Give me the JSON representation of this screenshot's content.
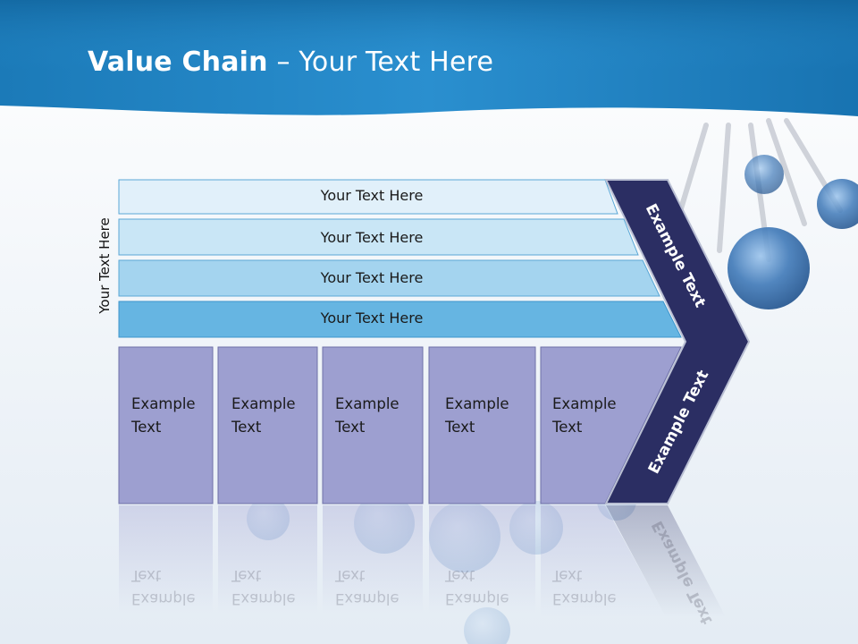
{
  "slide": {
    "title_main": "Value Chain",
    "title_rest": " – Your Text Here"
  },
  "diagram": {
    "side_label": "Your Text Here",
    "bands": [
      {
        "label": "Your Text Here",
        "color": "#e1f0fa"
      },
      {
        "label": "Your Text Here",
        "color": "#c9e6f6"
      },
      {
        "label": "Your Text Here",
        "color": "#a4d4ef"
      },
      {
        "label": "Your Text Here",
        "color": "#66b5e2"
      }
    ],
    "boxes": [
      {
        "line1": "Example",
        "line2": "Text"
      },
      {
        "line1": "Example",
        "line2": "Text"
      },
      {
        "line1": "Example",
        "line2": "Text"
      },
      {
        "line1": "Example",
        "line2": "Text"
      },
      {
        "line1": "Example",
        "line2": "Text"
      }
    ],
    "chevron_top_label": "Example Text",
    "chevron_bottom_label": "Example Text",
    "colors": {
      "header": "#1d82c4",
      "box_fill": "#9d9fd0",
      "chevron_fill": "#2b2e63"
    }
  }
}
